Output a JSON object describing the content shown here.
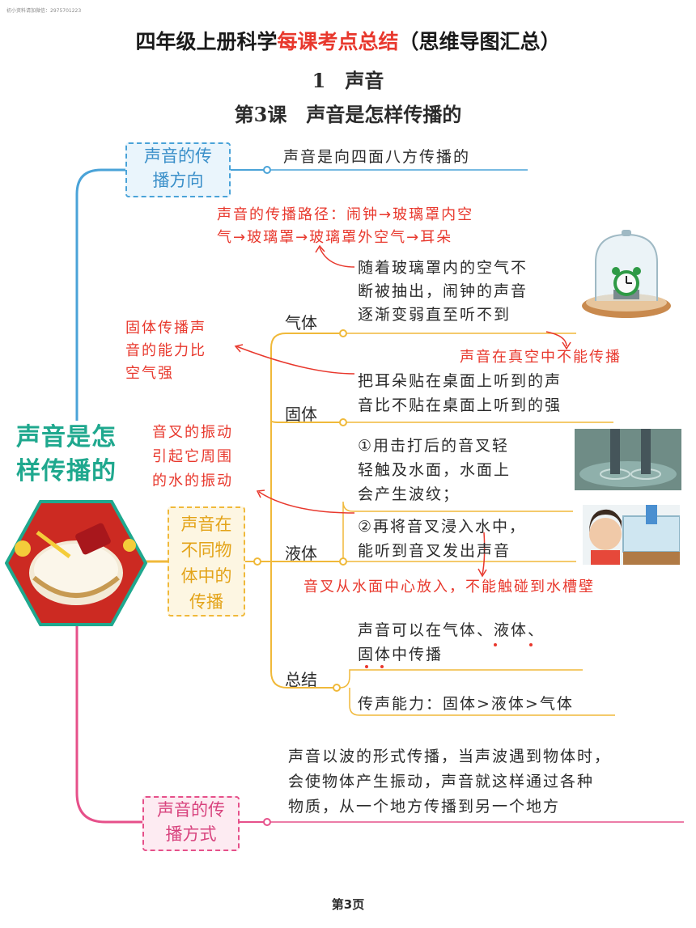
{
  "watermark": "初小资料请加微信：2975701223",
  "header": {
    "title_black1": "四年级上册科学",
    "title_red": "每课考点总结",
    "title_black2": "（思维导图汇总）",
    "unit": "1　声音",
    "lesson": "第3课　声音是怎样传播的"
  },
  "central_topic": {
    "line1": "声音是怎",
    "line2": "样传播的"
  },
  "direction": {
    "label_line1": "声音的传",
    "label_line2": "播方向",
    "text": "声音是向四面八方传播的"
  },
  "media": {
    "label_line1": "声音在",
    "label_line2": "不同物",
    "label_line3": "体中的",
    "label_line4": "传播",
    "gas": {
      "name": "气体",
      "path_note_line1": "声音的传播路径：闹钟→玻璃罩内空",
      "path_note_line2": "气→玻璃罩→玻璃罩外空气→耳朵",
      "line1": "随着玻璃罩内的空气不",
      "line2": "断被抽出，闹钟的声音",
      "line3": "逐渐变弱直至听不到",
      "vacuum_note": "声音在真空中不能传播"
    },
    "solid": {
      "name": "固体",
      "side_note_line1": "固体传播声",
      "side_note_line2": "音的能力比",
      "side_note_line3": "空气强",
      "line1": "把耳朵贴在桌面上听到的声",
      "line2": "音比不贴在桌面上听到的强"
    },
    "liquid": {
      "name": "液体",
      "side_note_line1": "音叉的振动",
      "side_note_line2": "引起它周围",
      "side_note_line3": "的水的振动",
      "item1_line1": "①用击打后的音叉轻",
      "item1_line2": "轻触及水面，水面上",
      "item1_line3": "会产生波纹；",
      "item2_line1": "②再将音叉浸入水中，",
      "item2_line2": "能听到音叉发出声音",
      "bottom_note": "音叉从水面中心放入，不能触碰到水槽壁"
    },
    "summary": {
      "name": "总结",
      "line1": "声音可以在气体、液体、",
      "line2": "固体中传播",
      "ability": "传声能力：固体>液体>气体"
    }
  },
  "manner": {
    "label_line1": "声音的传",
    "label_line2": "播方式",
    "line1": "声音以波的形式传播，当声波遇到物体时，",
    "line2": "会使物体产生振动，声音就这样通过各种",
    "line3": "物质，从一个地方传播到另一个地方"
  },
  "page_number": "第3页",
  "colors": {
    "red": "#e8382d",
    "blue": "#4aa3d8",
    "yellow": "#f0b93a",
    "pink": "#e6508a",
    "teal": "#1fa88e"
  },
  "icons": [
    "alarm-clock-in-bell-jar",
    "tuning-fork-in-water",
    "girl-listening-at-water-tank",
    "drum-hexagon"
  ]
}
